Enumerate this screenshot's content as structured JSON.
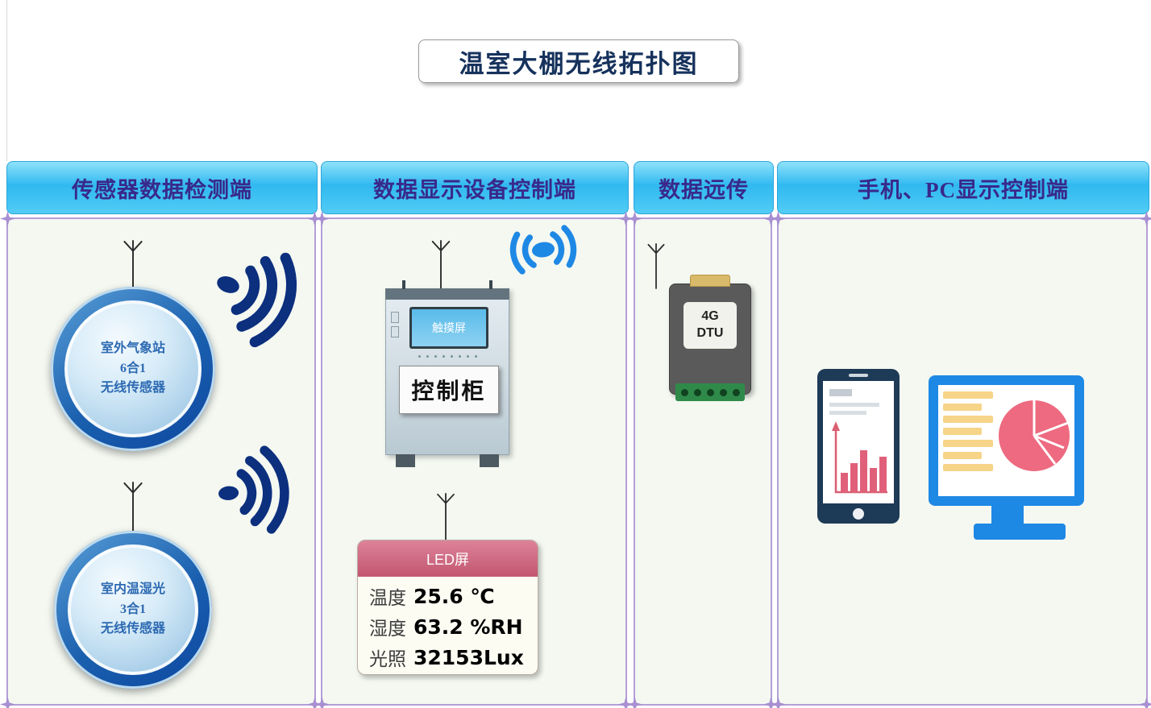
{
  "title": "温室大棚无线拓扑图",
  "columns": [
    {
      "header": "传感器数据检测端"
    },
    {
      "header": "数据显示设备控制端"
    },
    {
      "header": "数据远传"
    },
    {
      "header": "手机、PC显示控制端"
    }
  ],
  "sensors": {
    "outdoor": {
      "line1": "室外气象站",
      "line2": "6合1",
      "line3": "无线传感器"
    },
    "indoor": {
      "line1": "室内温湿光",
      "line2": "3合1",
      "line3": "无线传感器"
    }
  },
  "cabinet": {
    "screen_label": "触摸屏",
    "label": "控制柜"
  },
  "dtu": {
    "line1": "4G",
    "line2": "DTU"
  },
  "led_panel": {
    "title": "LED屏",
    "rows": [
      {
        "label": "温度",
        "value": "25.6 ℃"
      },
      {
        "label": "湿度",
        "value": "63.2 %RH"
      },
      {
        "label": "光照",
        "value": "32153Lux"
      }
    ]
  },
  "colors": {
    "header_bg": "#35bdf2",
    "header_text": "#39298a",
    "panel_border": "#b49fd8",
    "deco_purple": "#a88fd2",
    "signal_navy": "#0c2f7e",
    "wireless_blue": "#1e88e5",
    "sensor_ring_blue": "#1a5fae",
    "sensor_text_blue": "#2d6ab2",
    "led_header_pink": "#c25670",
    "monitor_blue": "#1e88e5",
    "phone_navy": "#1d3a57",
    "chart_pink": "#e0607a",
    "pie_pink": "#ed6a80",
    "bar_yellow": "#f6d488",
    "dtu_gray": "#5a5a5a",
    "dtu_green": "#2f8a4a",
    "dtu_tab_yellow": "#d9ba6b"
  }
}
